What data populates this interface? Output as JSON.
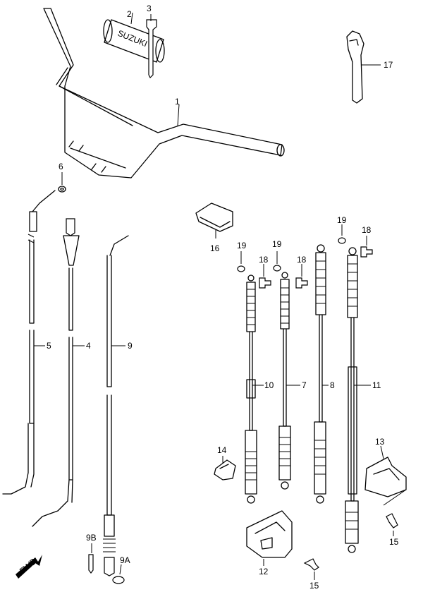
{
  "parts": {
    "p1": "1",
    "p2": "2",
    "p3": "3",
    "p4": "4",
    "p5": "5",
    "p6": "6",
    "p7": "7",
    "p8": "8",
    "p9": "9",
    "p9a": "9A",
    "p9b": "9B",
    "p10": "10",
    "p11": "11",
    "p12": "12",
    "p13": "13",
    "p14": "14",
    "p15a": "15",
    "p15b": "15",
    "p16": "16",
    "p17": "17",
    "p18a": "18",
    "p18b": "18",
    "p18c": "18",
    "p19a": "19",
    "p19b": "19",
    "p19c": "19"
  },
  "grip_logo": "SUZUKI",
  "fwd_badge": "FWD"
}
